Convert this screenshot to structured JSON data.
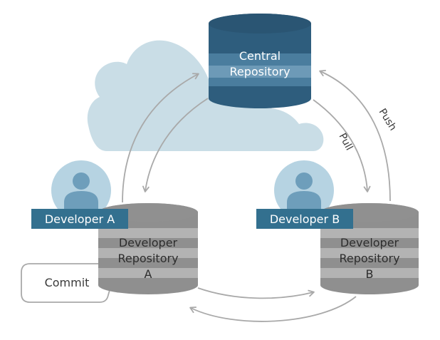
{
  "central_repository": {
    "label_line1": "Central",
    "label_line2": "Repository"
  },
  "developer_a": {
    "name": "Developer A",
    "repo_line1": "Developer",
    "repo_line2": "Repository",
    "repo_line3": "A"
  },
  "developer_b": {
    "name": "Developer B",
    "repo_line1": "Developer",
    "repo_line2": "Repository",
    "repo_line3": "B"
  },
  "actions": {
    "pull": "Pull",
    "push": "Push",
    "commit": "Commit"
  },
  "colors": {
    "cloud": "#c9dde6",
    "central_dark": "#2e5d7d",
    "central_mid": "#4a7d9e",
    "central_light": "#6d9ab7",
    "label_bar": "#33708f",
    "avatar_bg": "#b6d3e2",
    "avatar_person": "#6e9ebb",
    "local_top": "#909090",
    "local_dark": "#8f8f8f",
    "local_light": "#b3b3b3",
    "arrow": "#a9a9a9",
    "text_dark": "#3a3a3a"
  },
  "icons": {
    "developer_avatar": "person-icon",
    "cloud": "cloud-icon",
    "repository": "database-icon"
  }
}
